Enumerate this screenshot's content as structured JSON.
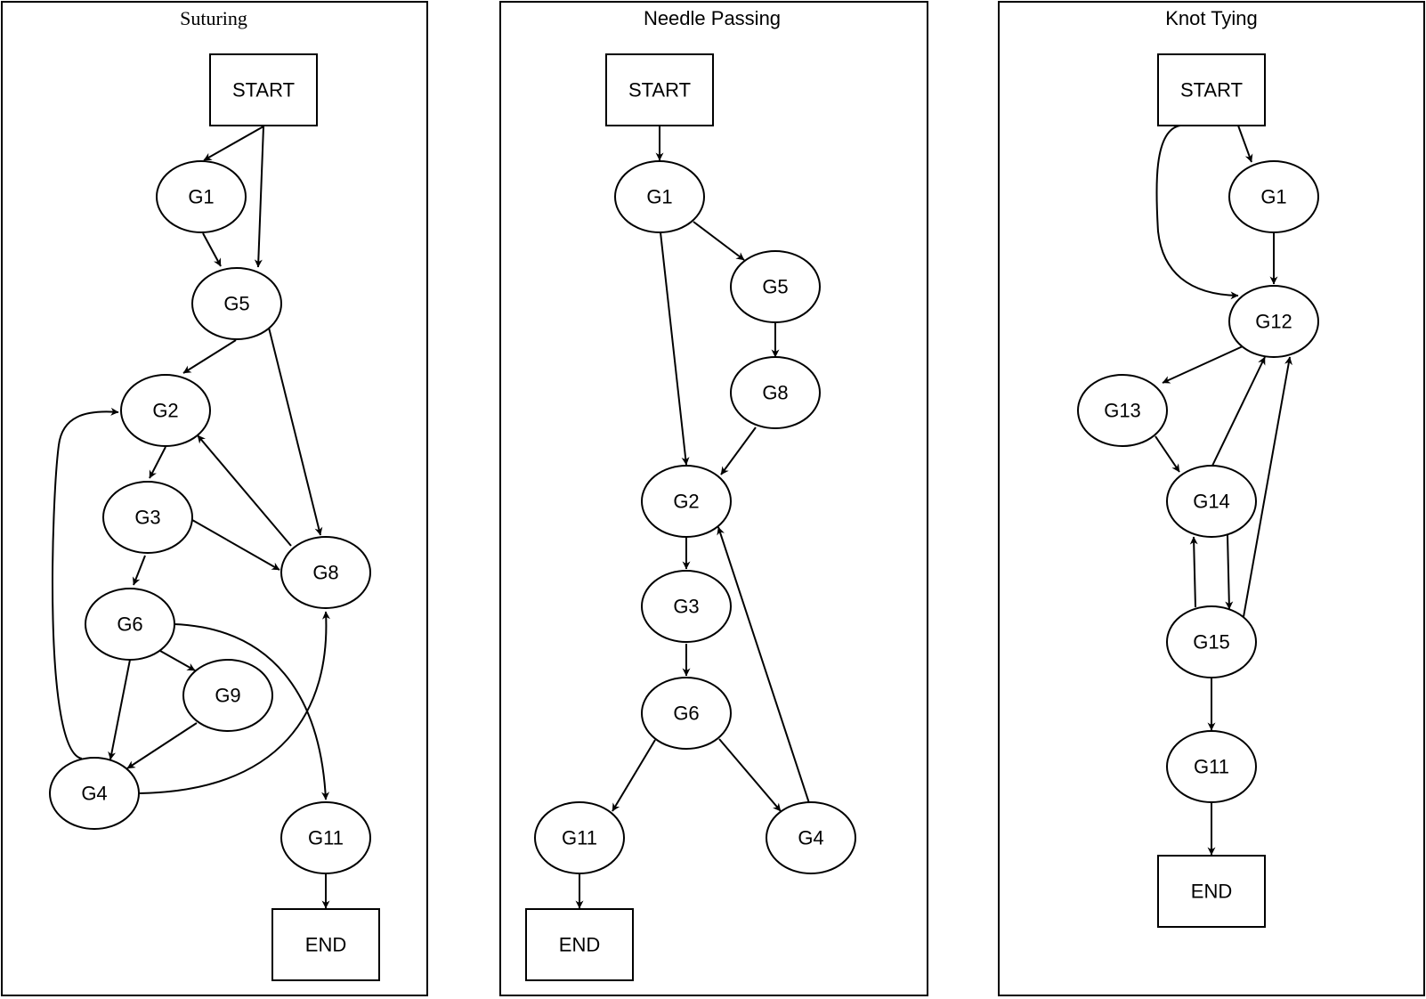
{
  "panels": {
    "suturing": {
      "title": "Suturing",
      "nodes": {
        "start": "START",
        "g1": "G1",
        "g5": "G5",
        "g2": "G2",
        "g3": "G3",
        "g8": "G8",
        "g6": "G6",
        "g9": "G9",
        "g4": "G4",
        "g11": "G11",
        "end": "END"
      },
      "edges": [
        [
          "START",
          "G1"
        ],
        [
          "START",
          "G5"
        ],
        [
          "G1",
          "G5"
        ],
        [
          "G5",
          "G2"
        ],
        [
          "G5",
          "G8"
        ],
        [
          "G2",
          "G3"
        ],
        [
          "G3",
          "G6"
        ],
        [
          "G3",
          "G8"
        ],
        [
          "G8",
          "G2"
        ],
        [
          "G6",
          "G9"
        ],
        [
          "G6",
          "G4"
        ],
        [
          "G6",
          "G11"
        ],
        [
          "G9",
          "G4"
        ],
        [
          "G4",
          "G2"
        ],
        [
          "G4",
          "G8"
        ],
        [
          "G11",
          "END"
        ]
      ]
    },
    "needle_passing": {
      "title": "Needle Passing",
      "nodes": {
        "start": "START",
        "g1": "G1",
        "g5": "G5",
        "g8": "G8",
        "g2": "G2",
        "g3": "G3",
        "g6": "G6",
        "g11": "G11",
        "g4": "G4",
        "end": "END"
      },
      "edges": [
        [
          "START",
          "G1"
        ],
        [
          "G1",
          "G5"
        ],
        [
          "G1",
          "G2"
        ],
        [
          "G5",
          "G8"
        ],
        [
          "G8",
          "G2"
        ],
        [
          "G2",
          "G3"
        ],
        [
          "G3",
          "G6"
        ],
        [
          "G6",
          "G11"
        ],
        [
          "G6",
          "G4"
        ],
        [
          "G4",
          "G2"
        ],
        [
          "G11",
          "END"
        ]
      ]
    },
    "knot_tying": {
      "title": "Knot Tying",
      "nodes": {
        "start": "START",
        "g1": "G1",
        "g12": "G12",
        "g13": "G13",
        "g14": "G14",
        "g15": "G15",
        "g11": "G11",
        "end": "END"
      },
      "edges": [
        [
          "START",
          "G1"
        ],
        [
          "START",
          "G12"
        ],
        [
          "G1",
          "G12"
        ],
        [
          "G12",
          "G13"
        ],
        [
          "G13",
          "G14"
        ],
        [
          "G14",
          "G12"
        ],
        [
          "G14",
          "G15"
        ],
        [
          "G15",
          "G14"
        ],
        [
          "G15",
          "G12"
        ],
        [
          "G15",
          "G11"
        ],
        [
          "G11",
          "END"
        ]
      ]
    }
  }
}
